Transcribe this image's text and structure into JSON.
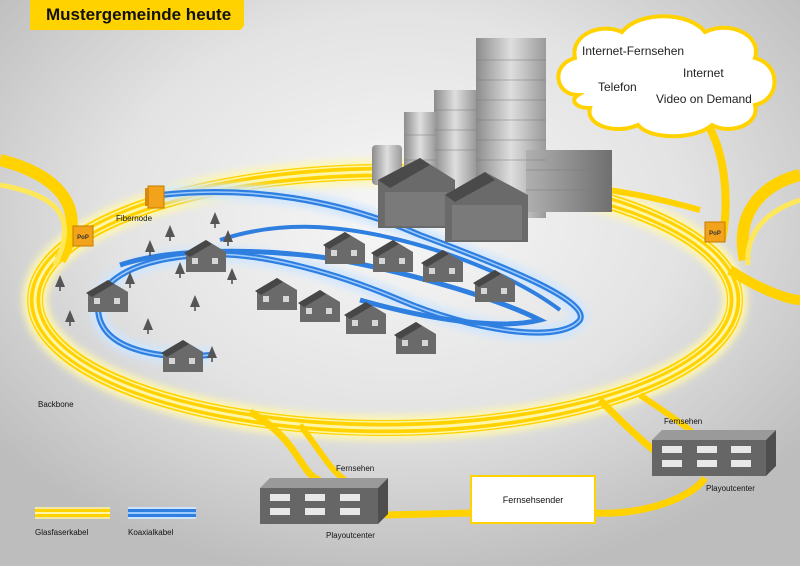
{
  "title": "Mustergemeinde heute",
  "cloud": {
    "services": [
      "Internet-Fernsehen",
      "Internet",
      "Telefon",
      "Video on Demand"
    ]
  },
  "labels": {
    "fibernode": "Fibernode",
    "pop": "PoP",
    "backbone": "Backbone",
    "fernsehen": "Fernsehen",
    "playoutcenter": "Playoutcenter",
    "fernsehsender": "Fernsehsender"
  },
  "legend": {
    "glasfaser": "Glasfaserkabel",
    "koaxial": "Koaxialkabel"
  },
  "colors": {
    "fiber": "#ffd200",
    "fiber_glow": "#fff3a0",
    "coax": "#2f7fe0",
    "coax_glow": "#cfe6ff",
    "building": "#6a6a6a",
    "roof": "#4a4a4a"
  },
  "icons": [
    "house-icon",
    "tree-icon",
    "skyscraper-icon",
    "playout-building-icon",
    "pop-node-icon",
    "fibernode-icon",
    "cloud-icon"
  ]
}
